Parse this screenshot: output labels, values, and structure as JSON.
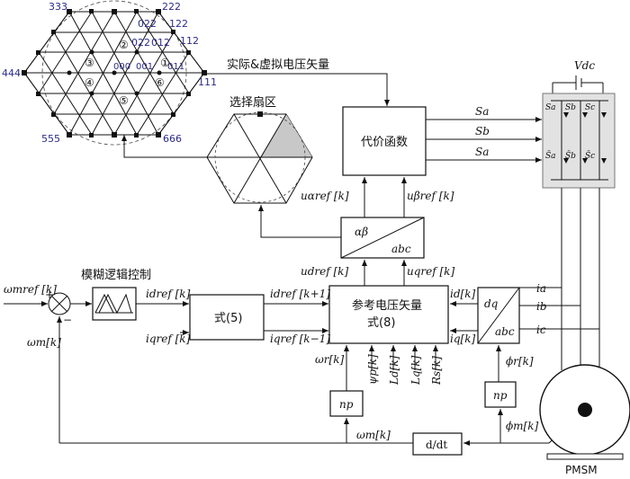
{
  "hexagon_vectors": {
    "v333": "333",
    "v222": "222",
    "v022": "022",
    "v122": "122",
    "v012": "012",
    "v112": "112",
    "v444": "444",
    "v000": "000",
    "v001": "001",
    "v011": "011",
    "v111": "111",
    "v555": "555",
    "v666": "666",
    "r1": "①",
    "r2": "②",
    "r3": "③",
    "r4": "④",
    "r5": "⑤",
    "r6": "⑥"
  },
  "labels": {
    "actual_virtual": "实际&虚拟电压矢量",
    "select_sector": "选择扇区",
    "cost_function": "代价函数",
    "fuzzy_logic": "模糊逻辑控制",
    "eq5": "式(5)",
    "ref_voltage_line1": "参考电压矢量",
    "ref_voltage_line2": "式(8)",
    "pmsm": "PMSM",
    "ddt": "d/dt",
    "alpha_beta": "αβ",
    "abc": "abc",
    "dq": "dq",
    "abc2": "abc",
    "vdc": "Vdc",
    "np1": "np",
    "np2": "np"
  },
  "signals": {
    "sa1": "Sa",
    "sb": "Sb",
    "sa2": "Sa",
    "u_alpha": "uαref [k]",
    "u_beta": "uβref [k]",
    "u_dref": "udref [k]",
    "u_qref": "uqref [k]",
    "omega_mref": "ωmref [k]",
    "omega_m_left": "ωm[k]",
    "idref_k": "idref [k]",
    "iqref_k": "iqref [k]",
    "idref_k1": "idref [k+1]",
    "iqref_k1": "iqref [k−1]",
    "id_k": "id[k]",
    "iq_k": "iq[k]",
    "ia": "ia",
    "ib": "ib",
    "ic": "ic",
    "omega_r": "ωr[k]",
    "psi_p": "ψp[k]",
    "ld": "Ld[k]",
    "lq": "Lq[k]",
    "rs": "Rs[k]",
    "phi_r": "ϕr[k]",
    "phi_m": "ϕm[k]",
    "omega_m_bottom": "ωm[k]",
    "plus": "+",
    "minus": "−"
  },
  "colors": {
    "sector_fill": "#c8c8c8",
    "inverter_fill": "#e2e2e2",
    "vector_text": "#2b2b8a"
  }
}
